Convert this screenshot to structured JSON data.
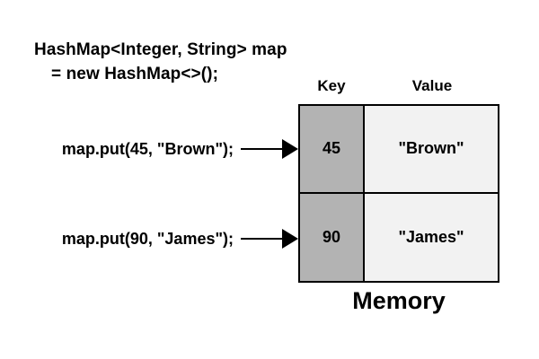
{
  "diagram": {
    "code_declaration": {
      "line1": "HashMap<Integer, String> map",
      "line2": "= new HashMap<>();"
    },
    "operations": [
      {
        "label": "map.put(45, \"Brown\");"
      },
      {
        "label": "map.put(90, \"James\");"
      }
    ],
    "table": {
      "headers": {
        "key": "Key",
        "value": "Value"
      },
      "rows": [
        {
          "key": "45",
          "value": "\"Brown\""
        },
        {
          "key": "90",
          "value": "\"James\""
        }
      ],
      "caption": "Memory"
    },
    "colors": {
      "background": "#ffffff",
      "key_cell_bg": "#b3b3b3",
      "value_cell_bg": "#f2f2f2",
      "border": "#000000",
      "text": "#000000"
    }
  }
}
